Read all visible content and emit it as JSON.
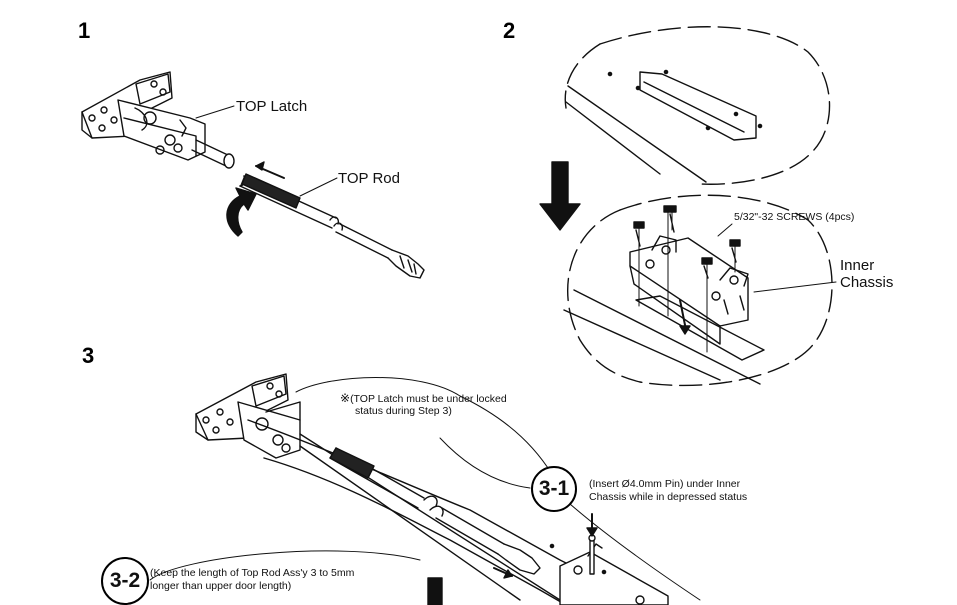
{
  "steps": {
    "step1": {
      "number": "1",
      "latch_label": "TOP Latch",
      "rod_label": "TOP Rod"
    },
    "step2": {
      "number": "2",
      "screws_label": "5/32\"-32  SCREWS (4pcs)",
      "inner_label_1": "Inner",
      "inner_label_2": "Chassis"
    },
    "step3": {
      "number": "3",
      "note_mark": "※",
      "note_line_1": "(TOP Latch must be under locked",
      "note_line_2": "status during Step 3)",
      "sub1": {
        "badge": "3-1",
        "line_1": "(Insert Ø4.0mm Pin) under Inner",
        "line_2": "Chassis while in depressed status"
      },
      "sub2": {
        "badge": "3-2",
        "line_1": "(Keep the length of Top Rod Ass'y 3 to 5mm",
        "line_2": "longer than upper door length)"
      }
    }
  },
  "colors": {
    "line": "#111111",
    "background": "#ffffff"
  },
  "icons": [
    "rotate-arrow-icon",
    "push-arrow-icon",
    "down-arrow-icon",
    "reference-mark-icon"
  ]
}
